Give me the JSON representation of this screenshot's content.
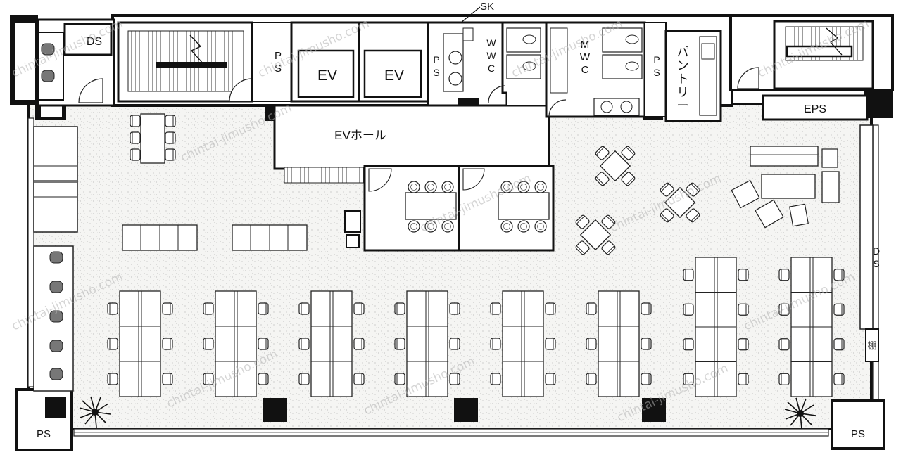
{
  "labels": {
    "ds_top_left": "DS",
    "ps_top_1": [
      "P",
      "S"
    ],
    "ev_1": "EV",
    "ev_2": "EV",
    "sk": "SK",
    "ps_top_2": [
      "P",
      "S"
    ],
    "wwc": [
      "W",
      "W",
      "C"
    ],
    "mwc": [
      "M",
      "W",
      "C"
    ],
    "ps_top_3": [
      "P",
      "S"
    ],
    "pantry": [
      "パ",
      "ン",
      "ト",
      "リ",
      "ー"
    ],
    "eps": "EPS",
    "ev_hall": "EVホール",
    "ds_right": [
      "D",
      "S"
    ],
    "shelf": "棚",
    "ps_bottom_left": "PS",
    "ps_bottom_right": "PS"
  },
  "watermark": "chintai-jimusho.com",
  "colors": {
    "wall": "#111111",
    "floor": "#f4f4f2",
    "watermark": "#b4b4b4"
  }
}
